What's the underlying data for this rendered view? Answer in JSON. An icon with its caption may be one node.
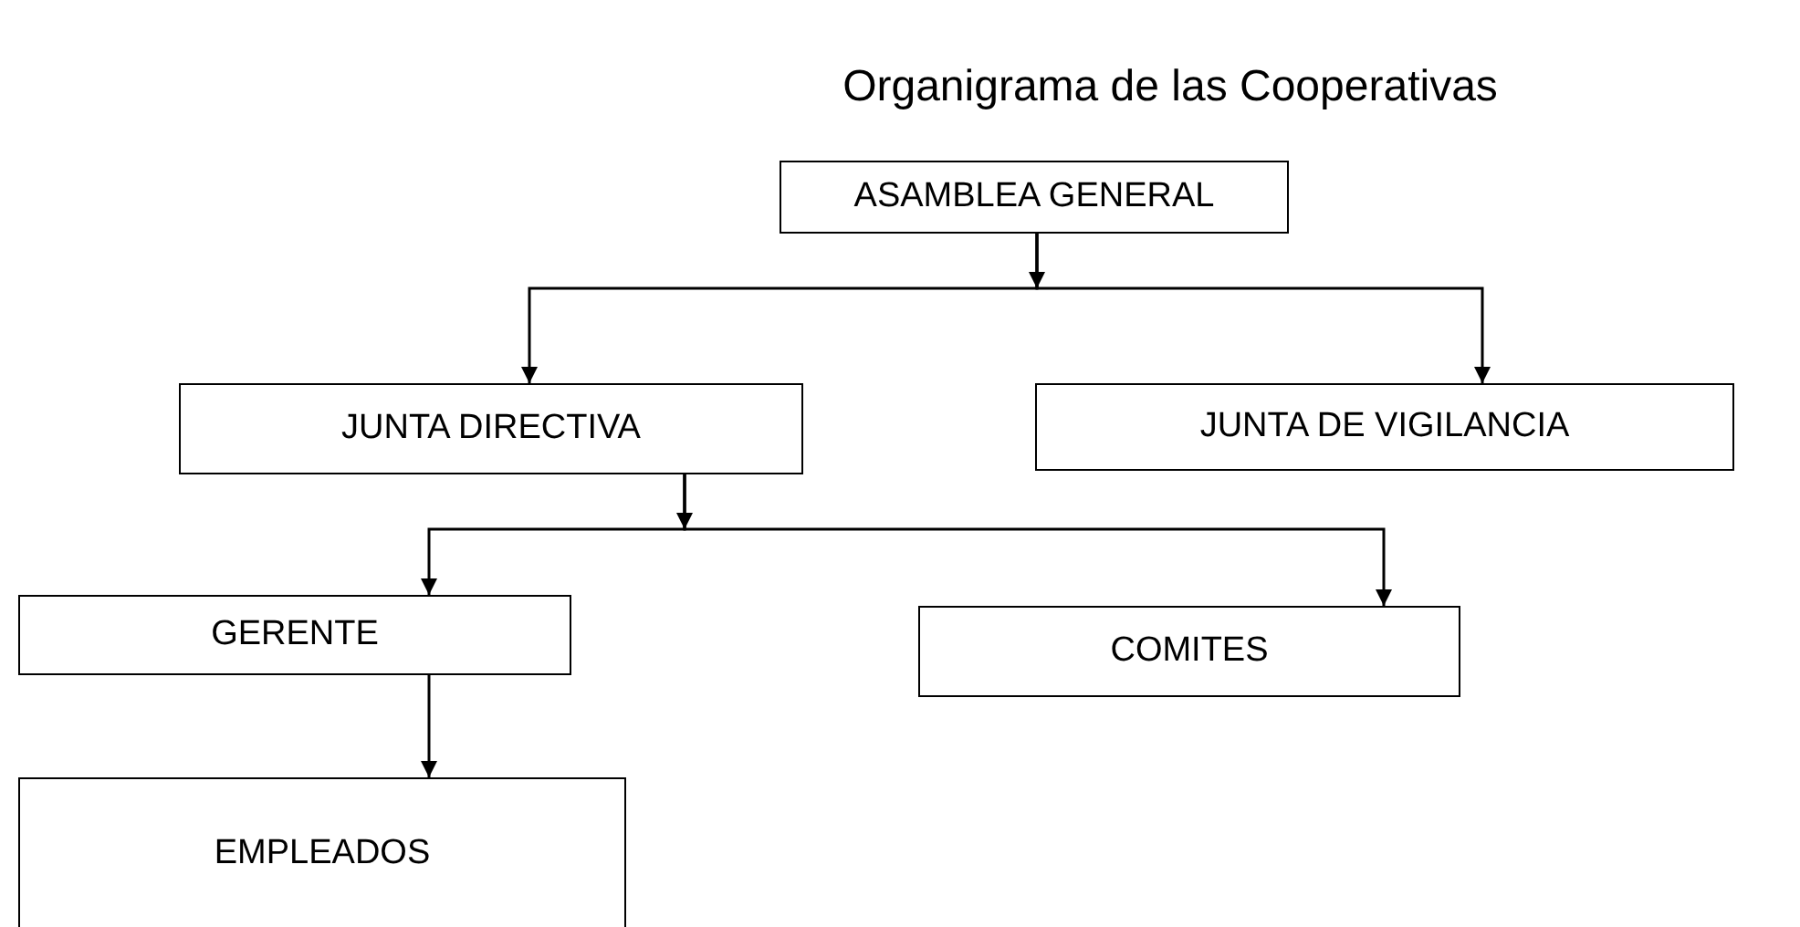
{
  "diagram": {
    "title": "Organigrama de las Cooperativas",
    "nodes": [
      {
        "text": [
          "ASAMBLEA GENERAL"
        ]
      },
      {
        "text": [
          "JUNTA DIRECTIVA"
        ]
      },
      {
        "text": [
          "JUNTA DE VIGILANCIA"
        ]
      },
      {
        "text": [
          "GERENTE"
        ]
      },
      {
        "text": [
          "COMITES"
        ]
      },
      {
        "text": [
          "EMPLEADOS"
        ]
      }
    ],
    "edges": [
      {
        "from": 0,
        "to": 1,
        "arrow": "to"
      },
      {
        "from": 0,
        "to": 2,
        "arrow": "to"
      },
      {
        "from": 1,
        "to": 3,
        "arrow": "to"
      },
      {
        "from": 1,
        "to": 4,
        "arrow": "to"
      },
      {
        "from": 3,
        "to": 5,
        "arrow": "to"
      }
    ]
  }
}
